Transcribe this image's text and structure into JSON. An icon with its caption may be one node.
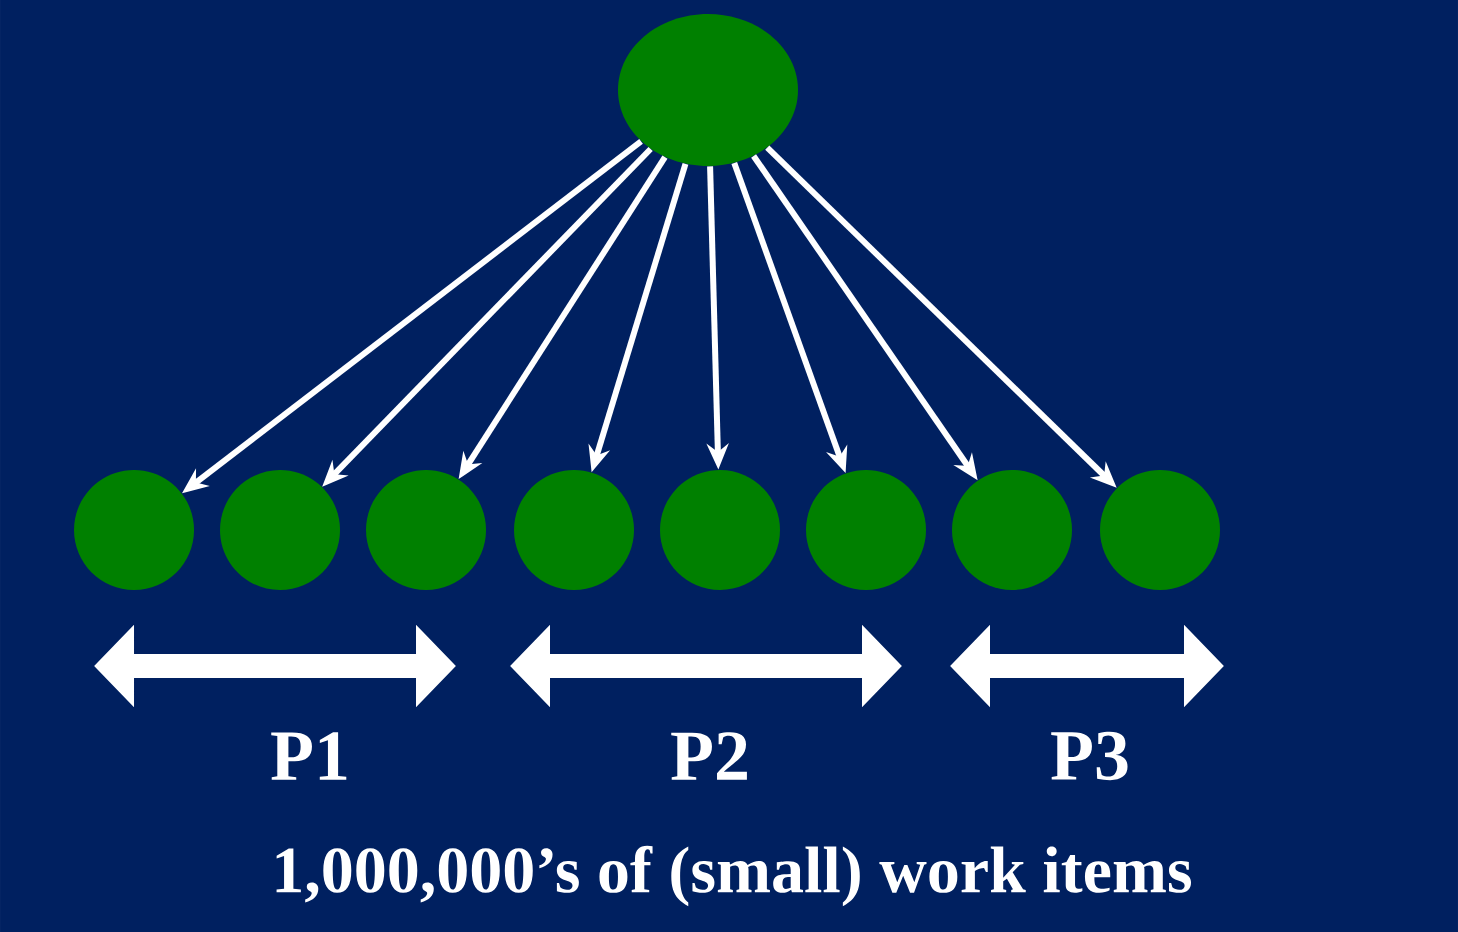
{
  "diagram": {
    "caption": "1,000,000’s of (small) work items",
    "nodes": [
      {
        "text": [],
        "shape": "ellipse"
      },
      {
        "text": [],
        "shape": "circle"
      },
      {
        "text": [],
        "shape": "circle"
      },
      {
        "text": [],
        "shape": "circle"
      },
      {
        "text": [],
        "shape": "circle"
      },
      {
        "text": [],
        "shape": "circle"
      },
      {
        "text": [],
        "shape": "circle"
      },
      {
        "text": [],
        "shape": "circle"
      },
      {
        "text": [],
        "shape": "circle"
      }
    ],
    "edges": [
      {
        "from": 0,
        "to": 1,
        "arrow": "to"
      },
      {
        "from": 0,
        "to": 2,
        "arrow": "to"
      },
      {
        "from": 0,
        "to": 3,
        "arrow": "to"
      },
      {
        "from": 0,
        "to": 4,
        "arrow": "to"
      },
      {
        "from": 0,
        "to": 5,
        "arrow": "to"
      },
      {
        "from": 0,
        "to": 6,
        "arrow": "to"
      },
      {
        "from": 0,
        "to": 7,
        "arrow": "to"
      },
      {
        "from": 0,
        "to": 8,
        "arrow": "to"
      }
    ],
    "labels": [
      "P1",
      "P2",
      "P3"
    ]
  }
}
